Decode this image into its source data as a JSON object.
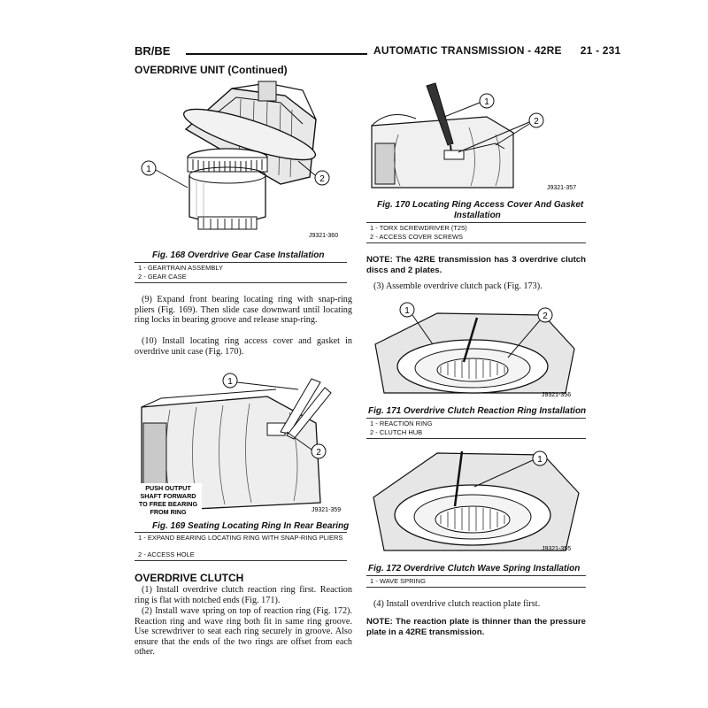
{
  "header": {
    "left": "BR/BE",
    "right": "AUTOMATIC TRANSMISSION - 42RE",
    "page": "21 - 231"
  },
  "section_title": "OVERDRIVE UNIT (Continued)",
  "fig168": {
    "id": "J9321-360",
    "caption": "Fig. 168 Overdrive Gear Case Installation",
    "legend": [
      "1 - GEARTRAIN ASSEMBLY",
      "2 - GEAR CASE"
    ],
    "callouts": [
      "1",
      "2"
    ]
  },
  "para_left_1": "(9) Expand front bearing locating ring with snap-ring pliers (Fig. 169). Then slide case downward until locating ring locks in bearing groove and release snap-ring.",
  "para_left_2": "(10) Install locating ring access cover and gasket in overdrive unit case (Fig. 170).",
  "fig169": {
    "id": "J9321-359",
    "caption": "Fig. 169 Seating Locating Ring In Rear Bearing",
    "legend": [
      "1 - EXPAND BEARING LOCATING RING WITH SNAP-RING PLIERS",
      "2 - ACCESS HOLE"
    ],
    "callouts": [
      "1",
      "2"
    ],
    "label_lines": [
      "PUSH OUTPUT",
      "SHAFT FORWARD",
      "TO FREE BEARING",
      "FROM RING"
    ]
  },
  "overdrive_clutch": {
    "title": "OVERDRIVE CLUTCH",
    "p1": "(1) Install overdrive clutch reaction ring first. Reaction ring is flat with notched ends (Fig. 171).",
    "p2": "(2) Install wave spring on top of reaction ring (Fig. 172). Reaction ring and wave ring both fit in same ring groove. Use screwdriver to seat each ring securely in groove. Also ensure that the ends of the two rings are offset from each other."
  },
  "fig170": {
    "id": "J9321-357",
    "caption_1": "Fig. 170 Locating Ring Access Cover And Gasket",
    "caption_2": "Installation",
    "legend": [
      "1 - TORX SCREWDRIVER (T25)",
      "2 - ACCESS COVER SCREWS"
    ],
    "callouts": [
      "1",
      "2"
    ]
  },
  "note_1": "NOTE: The 42RE transmission has 3 overdrive clutch discs and 2 plates.",
  "para_right_3": "(3) Assemble overdrive clutch pack (Fig. 173).",
  "fig171": {
    "id": "J9321-356",
    "caption": "Fig. 171 Overdrive Clutch Reaction Ring Installation",
    "legend": [
      "1 - REACTION RING",
      "2 - CLUTCH HUB"
    ],
    "callouts": [
      "1",
      "2"
    ]
  },
  "fig172": {
    "id": "J9321-355",
    "caption": "Fig. 172 Overdrive Clutch Wave Spring Installation",
    "legend": [
      "1 - WAVE SPRING"
    ],
    "callouts": [
      "1"
    ]
  },
  "para_right_4": "(4) Install overdrive clutch reaction plate first.",
  "note_2": "NOTE: The reaction plate is thinner than the pressure plate in a 42RE transmission."
}
